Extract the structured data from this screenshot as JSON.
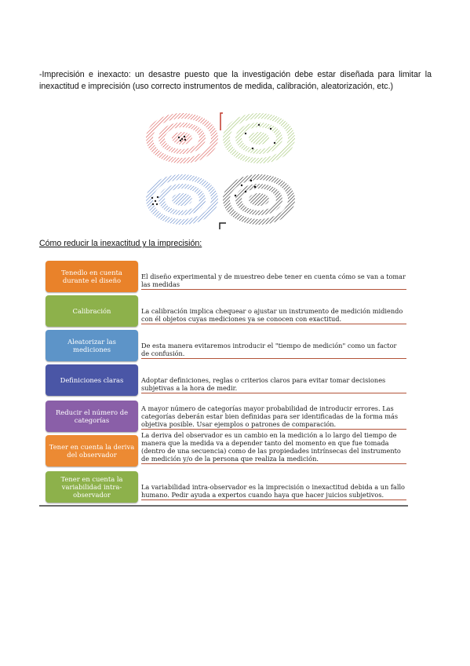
{
  "intro": {
    "text": "-Imprecisión e inexacto: un desastre puesto que la investigación debe estar diseñada para limitar la inexactitud e imprecisión (uso correcto instrumentos de medida, calibración, aleatorización, etc.)"
  },
  "section": {
    "heading": "Cómo reducir la inexactitud y la imprecisión:"
  },
  "strategies": [
    {
      "label": "Tenedlo en cuenta durante el diseño",
      "color": "#e9822a",
      "description": "El diseño experimental y de muestreo debe tener en cuenta cómo se van a tomar las medidas"
    },
    {
      "label": "Calibración",
      "color": "#8db14b",
      "description": "La calibración implica chequear o ajustar un instrumento de medición midiendo con él objetos cuyas mediciones ya se conocen con exactitud."
    },
    {
      "label": "Aleatorizar las mediciones",
      "color": "#5d94c8",
      "description": "De esta manera evitaremos introducir el \"tiempo de medición\" como un factor de confusión."
    },
    {
      "label": "Definiciones claras",
      "color": "#4a56a6",
      "description": "Adoptar definiciones, reglas o criterios claros para evitar tomar decisiones subjetivas a la hora de medir."
    },
    {
      "label": "Reducir el número de categorías",
      "color": "#8a5fa8",
      "description": "A mayor número de categorías mayor probabilidad de introducir errores. Las categorías deberán estar bien definidas para ser identificadas de la forma más objetiva posible. Usar ejemplos o patrones de comparación."
    },
    {
      "label": "Tener en cuenta la deriva del observador",
      "color": "#ec8a33",
      "description": "La deriva del observador es un cambio en la medición a lo largo del tiempo de manera que la medida va a depender tanto del momento en que fue tomada (dentro de una secuencia) como de las propiedades intrínsecas del instrumento de medición y/o de la persona que realiza la medición."
    },
    {
      "label": "Tener en cuenta la variabilidad intra-observador",
      "color": "#8db14b",
      "description": "La variabilidad intra-observador es la imprecisión o inexactitud debida a un fallo humano. Pedir ayuda a expertos cuando haya que hacer juicios subjetivos."
    }
  ],
  "targets": {
    "colors": [
      "#d9534f",
      "#8bb85a",
      "#5d84c8",
      "#333333"
    ]
  }
}
